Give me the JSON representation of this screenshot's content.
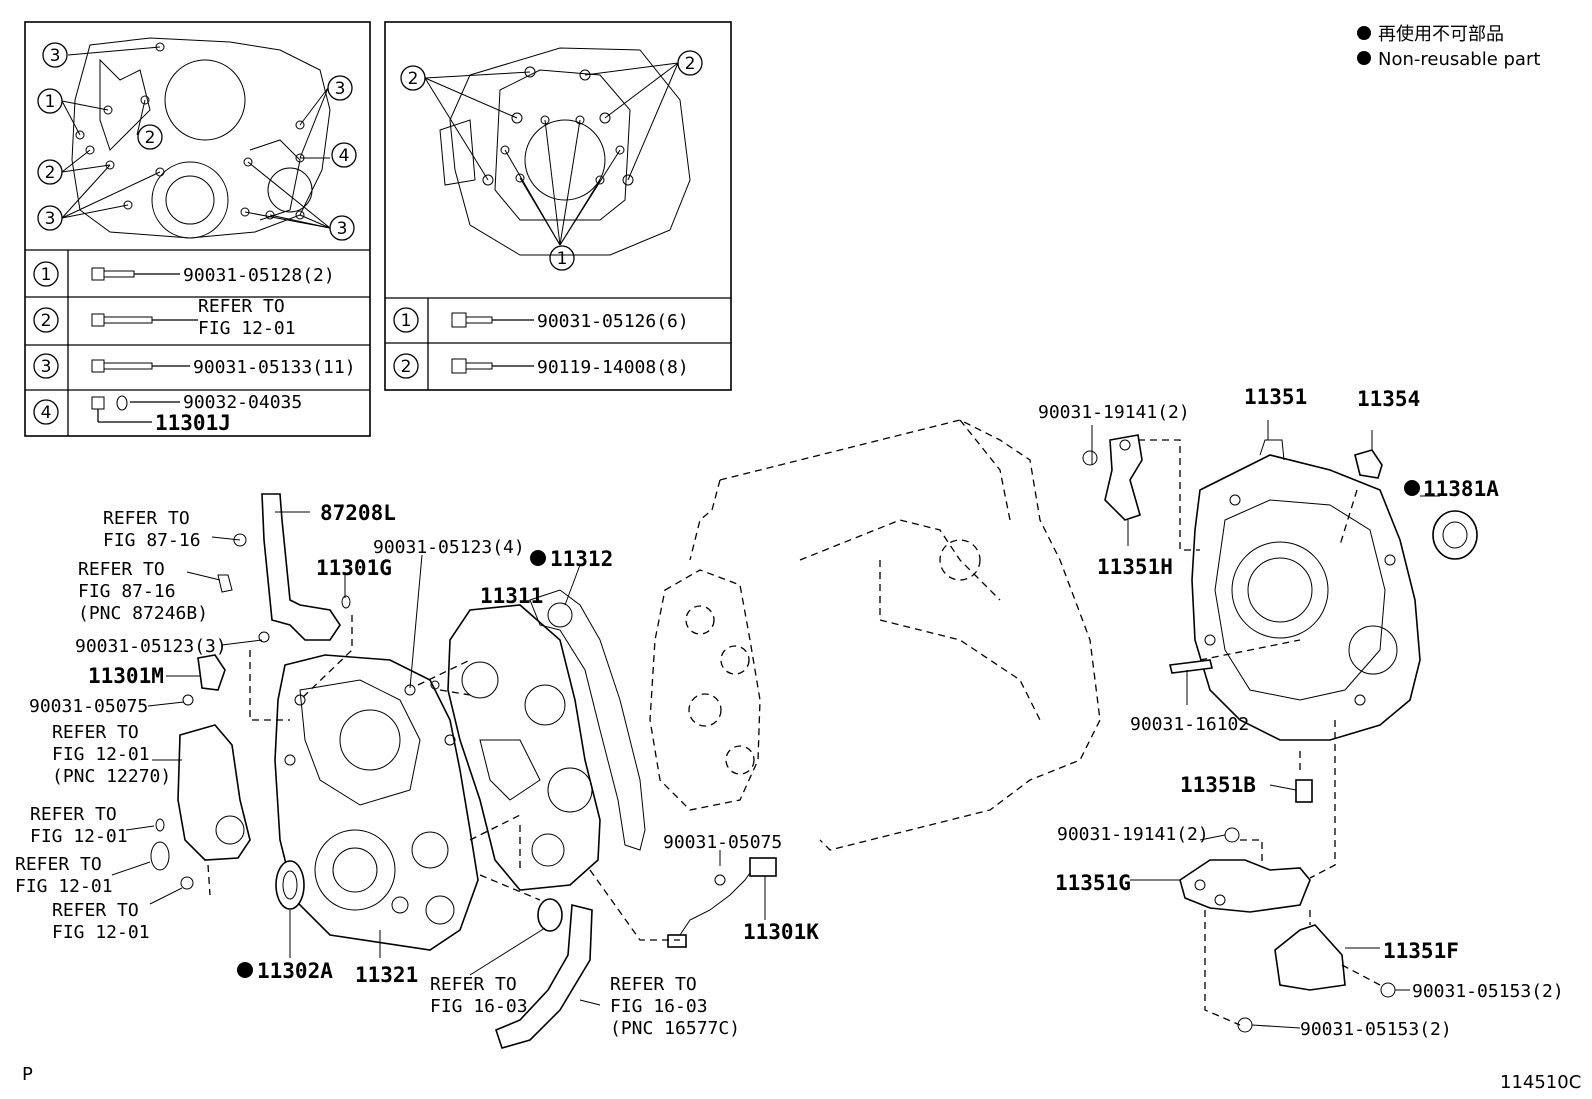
{
  "legend": {
    "dot_jp": "再使用不可部品",
    "dot_en": "Non-reusable part"
  },
  "footer": {
    "left_mark": "P",
    "figure_id": "114510C"
  },
  "table1": {
    "rows": [
      {
        "num": "1",
        "text": "90031-05128(2)"
      },
      {
        "num": "2",
        "line1": "REFER TO",
        "line2": "FIG 12-01"
      },
      {
        "num": "3",
        "text": "90031-05133(11)"
      },
      {
        "num": "4",
        "text": "90032-04035",
        "text2": "11301J"
      }
    ]
  },
  "table2": {
    "rows": [
      {
        "num": "1",
        "text": "90031-05126(6)"
      },
      {
        "num": "2",
        "text": "90119-14008(8)"
      }
    ]
  },
  "callouts": {
    "d1_3a": "3",
    "d1_1": "1",
    "d1_2a": "2",
    "d1_2b": "2",
    "d1_3b": "3",
    "d1_3c": "3",
    "d1_4": "4",
    "d1_3d": "3",
    "d2_2a": "2",
    "d2_2b": "2",
    "d2_1": "1"
  },
  "labels": {
    "p90031_19141_a": "90031-19141(2)",
    "p11351": "11351",
    "p11354": "11354",
    "p11381A": "11381A",
    "p11351H": "11351H",
    "p90031_16102": "90031-16102",
    "p11351B": "11351B",
    "p90031_19141_b": "90031-19141(2)",
    "p11351G": "11351G",
    "p11351F": "11351F",
    "p90031_05153_a": "90031-05153(2)",
    "p90031_05153_b": "90031-05153(2)",
    "refer_87_16_a_1": "REFER TO",
    "refer_87_16_a_2": "FIG 87-16",
    "p87208L": "87208L",
    "refer_87_16_b_1": "REFER TO",
    "refer_87_16_b_2": "FIG 87-16",
    "refer_87_16_b_3": "(PNC 87246B)",
    "p11301G": "11301G",
    "p90031_05123_4": "90031-05123(4)",
    "p11312": "11312",
    "p11311": "11311",
    "p90031_05123_3": "90031-05123(3)",
    "p11301M": "11301M",
    "p90031_05075_a": "90031-05075",
    "refer_12_01_a_1": "REFER TO",
    "refer_12_01_a_2": "FIG 12-01",
    "refer_12_01_a_3": "(PNC 12270)",
    "refer_12_01_b_1": "REFER TO",
    "refer_12_01_b_2": "FIG 12-01",
    "refer_12_01_c_1": "REFER TO",
    "refer_12_01_c_2": "FIG 12-01",
    "refer_12_01_d_1": "REFER TO",
    "refer_12_01_d_2": "FIG 12-01",
    "p90031_05075_b": "90031-05075",
    "p11301K": "11301K",
    "p11302A": "11302A",
    "p11321": "11321",
    "refer_16_03_a_1": "REFER TO",
    "refer_16_03_a_2": "FIG 16-03",
    "refer_16_03_b_1": "REFER TO",
    "refer_16_03_b_2": "FIG 16-03",
    "refer_16_03_b_3": "(PNC 16577C)"
  }
}
